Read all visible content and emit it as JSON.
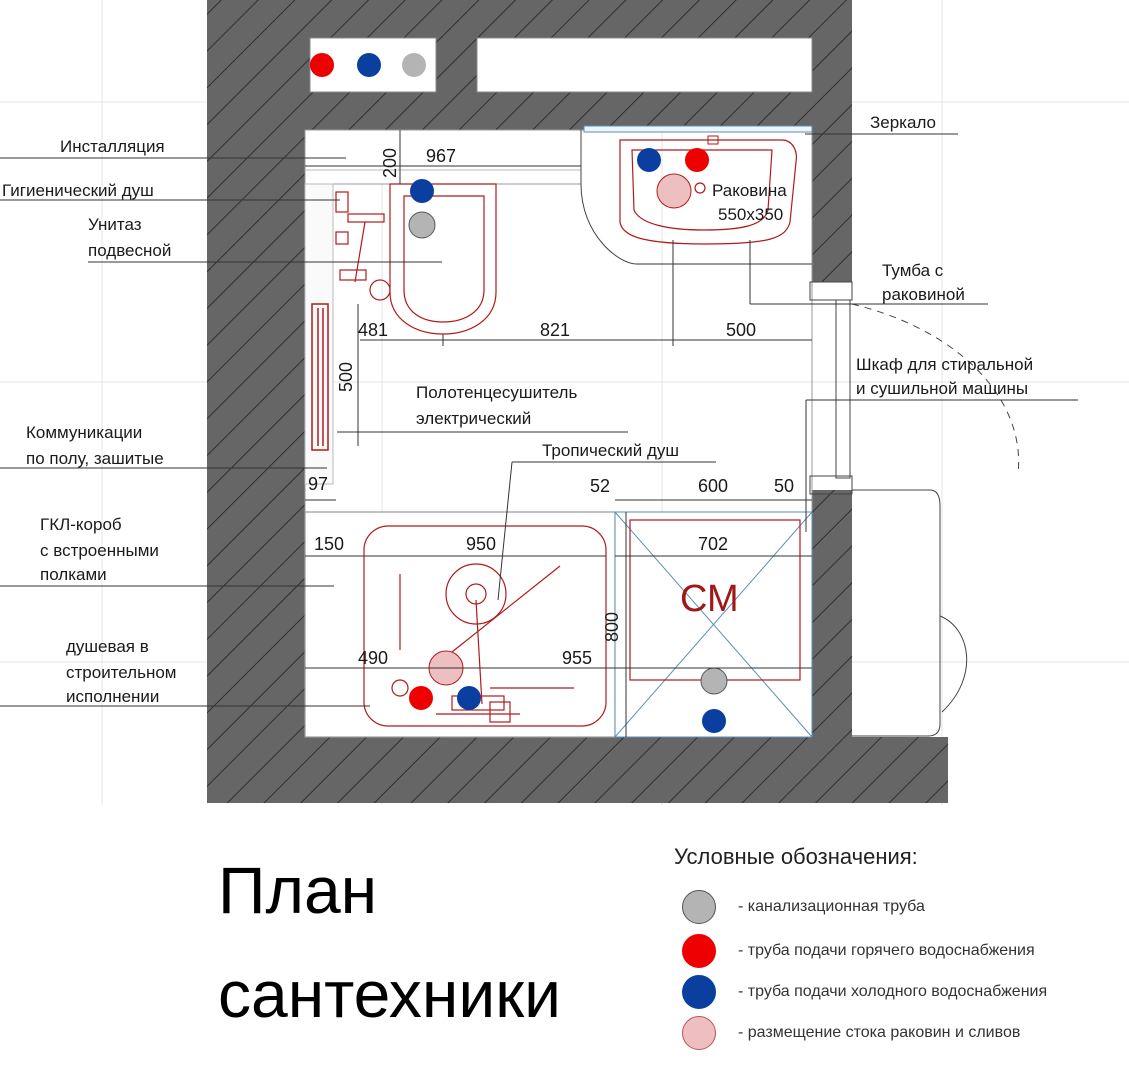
{
  "labels": {
    "installation": "Инсталляция",
    "hygienic_shower": "Гигиенический душ",
    "toilet_1": "Унитаз",
    "toilet_2": "подвесной",
    "towel_dryer_1": "Полотенцесушитель",
    "towel_dryer_2": "электрический",
    "floor_comm_1": "Коммуникации",
    "floor_comm_2": "по полу, зашитые",
    "tropical_shower": "Тропический душ",
    "gkl_1": "ГКЛ-короб",
    "gkl_2": "с встроенными",
    "gkl_3": "полками",
    "shower_1": "душевая в",
    "shower_2": "строительном",
    "shower_3": "исполнении",
    "mirror": "Зеркало",
    "sink_1": "Раковина",
    "sink_2": "550х350",
    "vanity_1": "Тумба с",
    "vanity_2": "раковиной",
    "cabinet_1": "Шкаф для стиральной",
    "cabinet_2": "и сушильной машины",
    "washer": "СМ"
  },
  "dimensions": {
    "d200": "200",
    "d967": "967",
    "d481": "481",
    "d821": "821",
    "d500a": "500",
    "d500b": "500",
    "d97": "97",
    "d52": "52",
    "d600": "600",
    "d50": "50",
    "d150": "150",
    "d950": "950",
    "d702": "702",
    "d800": "800",
    "d490": "490",
    "d955": "955"
  },
  "title": {
    "line1": "План",
    "line2": "сантехники"
  },
  "legend": {
    "title": "Условные обозначения:",
    "items": [
      {
        "color": "#b4b4b4",
        "text": "- канализационная труба"
      },
      {
        "color": "#ee0000",
        "text": "- труба подачи горячего водоснабжения"
      },
      {
        "color": "#0a3fa0",
        "text": "- труба подачи холодного водоснабжения"
      },
      {
        "color": "#eebfc1",
        "text": "- размещение стока раковин и сливов"
      }
    ]
  },
  "colors": {
    "wall": "#666666",
    "fixture": "#b21a1a",
    "hot": "#ee0000",
    "cold": "#0a3fa0",
    "sewer": "#b4b4b4",
    "drain": "#eebfc1",
    "washer_text": "#a01818"
  }
}
